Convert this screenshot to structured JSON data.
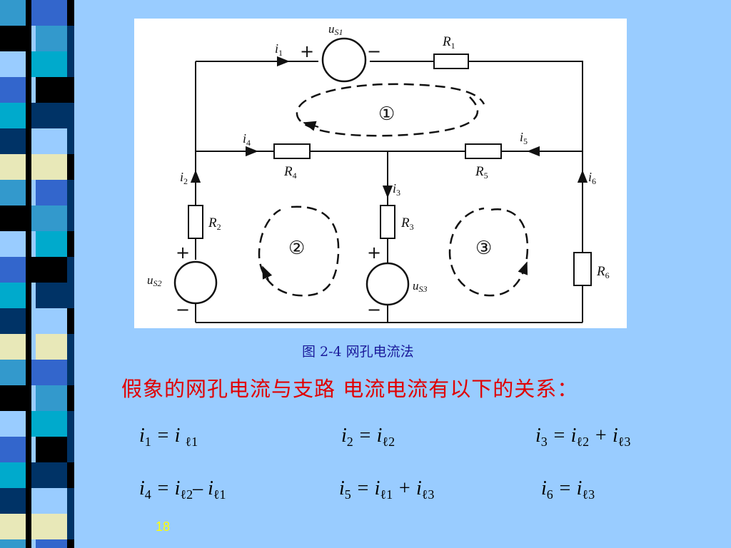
{
  "colors": {
    "background": "#99ccff",
    "stripe_black": "#000000",
    "stripe_navy": "#003366",
    "stripe_blue": "#3366cc",
    "stripe_teal": "#3399cc",
    "stripe_cyan": "#00aacc",
    "stripe_light": "#99ccff",
    "stripe_cream": "#e8e8b8",
    "caption": "#1a1a9a",
    "statement": "#e00000",
    "page_number": "#ffff00"
  },
  "diagram": {
    "labels": {
      "us1": "u",
      "us1_sub": "S1",
      "us2": "u",
      "us2_sub": "S2",
      "us3": "u",
      "us3_sub": "S3",
      "r1": "R",
      "r1_sub": "1",
      "r2": "R",
      "r2_sub": "2",
      "r3": "R",
      "r3_sub": "3",
      "r4": "R",
      "r4_sub": "4",
      "r5": "R",
      "r5_sub": "5",
      "r6": "R",
      "r6_sub": "6",
      "i1": "i",
      "i1_sub": "1",
      "i2": "i",
      "i2_sub": "2",
      "i3": "i",
      "i3_sub": "3",
      "i4": "i",
      "i4_sub": "4",
      "i5": "i",
      "i5_sub": "5",
      "i6": "i",
      "i6_sub": "6",
      "plus": "+",
      "minus": "−",
      "mesh1": "①",
      "mesh2": "②",
      "mesh3": "③"
    }
  },
  "caption": "图 2-4   网孔电流法",
  "statement": "假象的网孔电流与支路 电流电流有以下的关系：",
  "equations": {
    "eq1": {
      "lhs": "i",
      "lhs_sub": "1",
      "rhs": "= i ",
      "rhs_sub": "ℓ1"
    },
    "eq2": {
      "lhs": "i",
      "lhs_sub": "2",
      "rhs": "= i",
      "rhs_sub": "ℓ2"
    },
    "eq3": {
      "lhs": "i",
      "lhs_sub": "3",
      "rhs": "= i",
      "rhs_sub": "ℓ2",
      "op": " + i",
      "op_sub": "ℓ3"
    },
    "eq4": {
      "lhs": "i",
      "lhs_sub": "4",
      "rhs": "= i",
      "rhs_sub": "ℓ2",
      "op": "– i",
      "op_sub": "ℓ1"
    },
    "eq5": {
      "lhs": "i",
      "lhs_sub": "5",
      "rhs": "= i",
      "rhs_sub": "ℓ1",
      "op": " + i",
      "op_sub": "ℓ3"
    },
    "eq6": {
      "lhs": "i",
      "lhs_sub": "6",
      "rhs": "= i",
      "rhs_sub": "ℓ3"
    }
  },
  "page_number": "18"
}
